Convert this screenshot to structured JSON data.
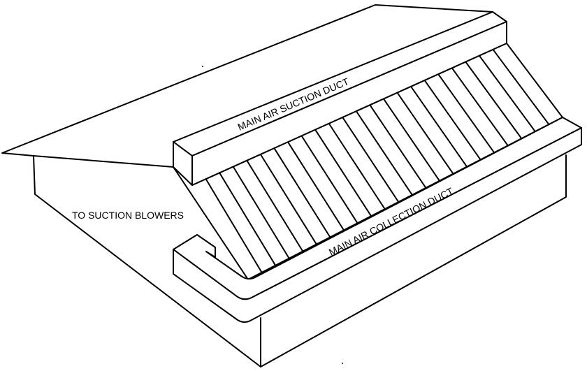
{
  "labels": {
    "suction_duct": "MAIN AIR SUCTION DUCT",
    "collection_duct": "MAIN AIR COLLECTION DUCT",
    "suction_blowers": "TO SUCTION BLOWERS"
  },
  "slat_count": 22,
  "colors": {
    "line": "#000000",
    "background": "#ffffff"
  }
}
